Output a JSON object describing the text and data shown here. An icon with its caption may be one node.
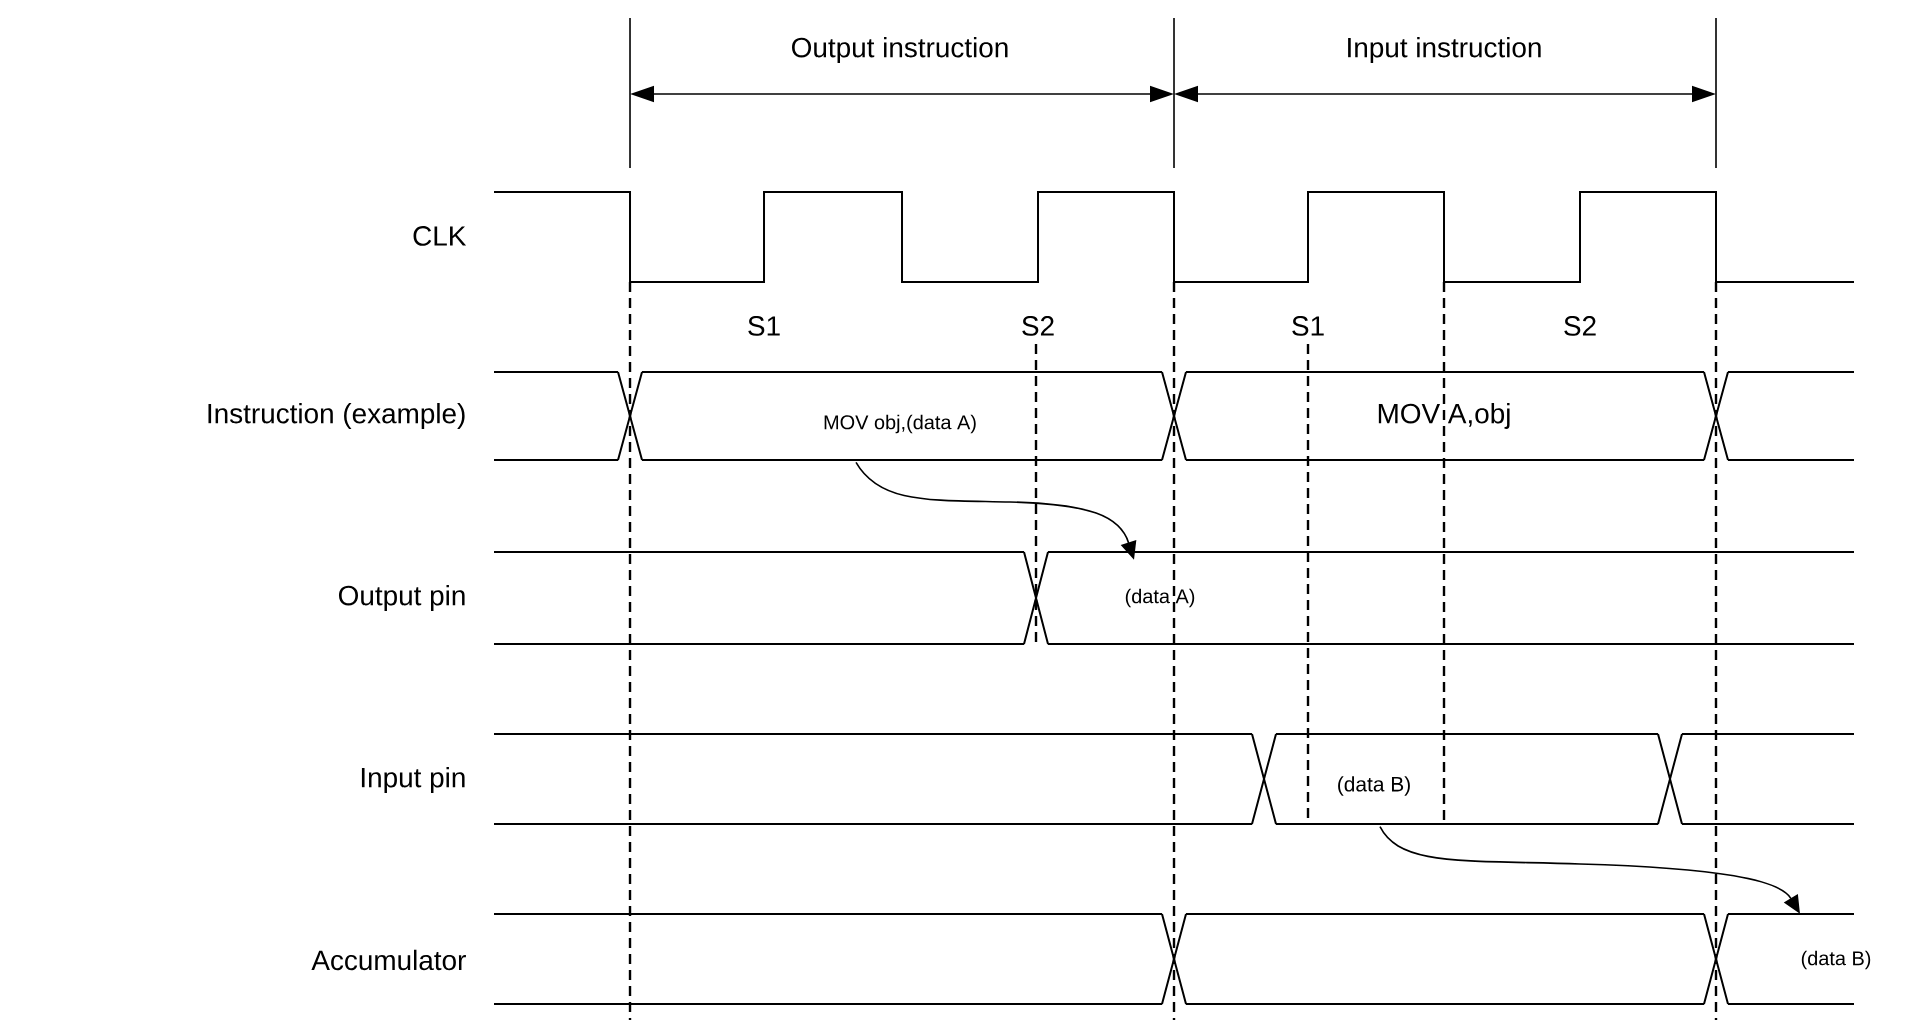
{
  "diagram": {
    "nodes": [
      {
        "text": [
          "MOV obj,(data A)"
        ]
      },
      {
        "text": [
          "(data A)"
        ]
      },
      {
        "text": [
          "(data B)"
        ]
      },
      {
        "text": [
          "(data B)"
        ]
      }
    ],
    "edges": [
      {
        "from": 0,
        "to": 1,
        "arrow": "to"
      },
      {
        "from": 2,
        "to": 3,
        "arrow": "to"
      }
    ],
    "labels": [
      "Output instruction",
      "Input instruction",
      "CLK",
      "S1",
      "S2",
      "S1",
      "S2",
      "Instruction (example)",
      "MOV A,obj",
      "Output pin",
      "Input pin",
      "Accumulator"
    ]
  }
}
